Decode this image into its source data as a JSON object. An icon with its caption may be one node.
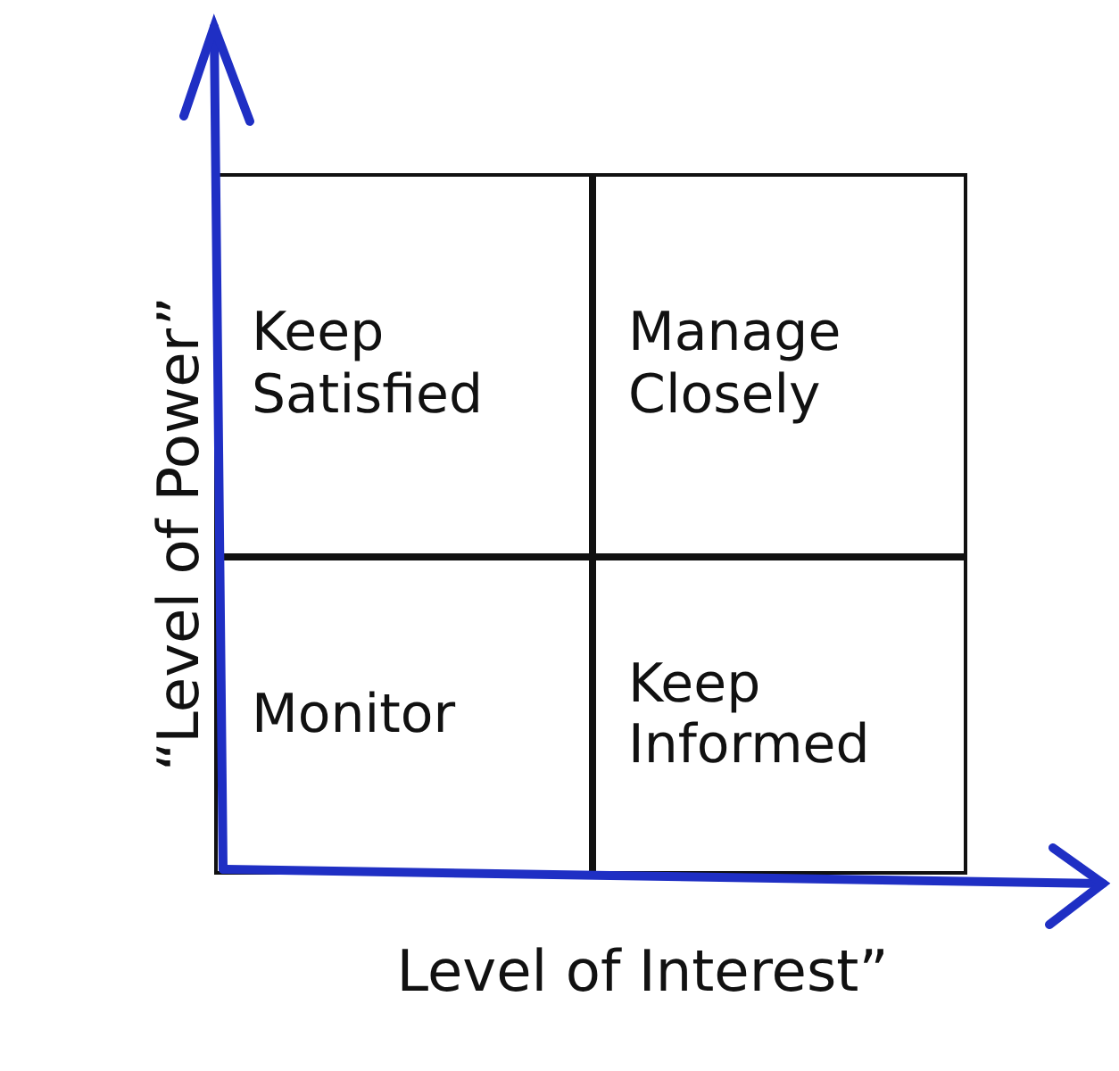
{
  "diagram": {
    "nodes": [
      {
        "text": [
          "Keep Satisfied"
        ]
      },
      {
        "text": [
          "Manage Closely"
        ]
      },
      {
        "text": [
          "Monitor"
        ]
      },
      {
        "text": [
          "Keep Informed"
        ]
      }
    ],
    "labels": [
      "“Level of Power”",
      "Level of Interest”"
    ]
  }
}
